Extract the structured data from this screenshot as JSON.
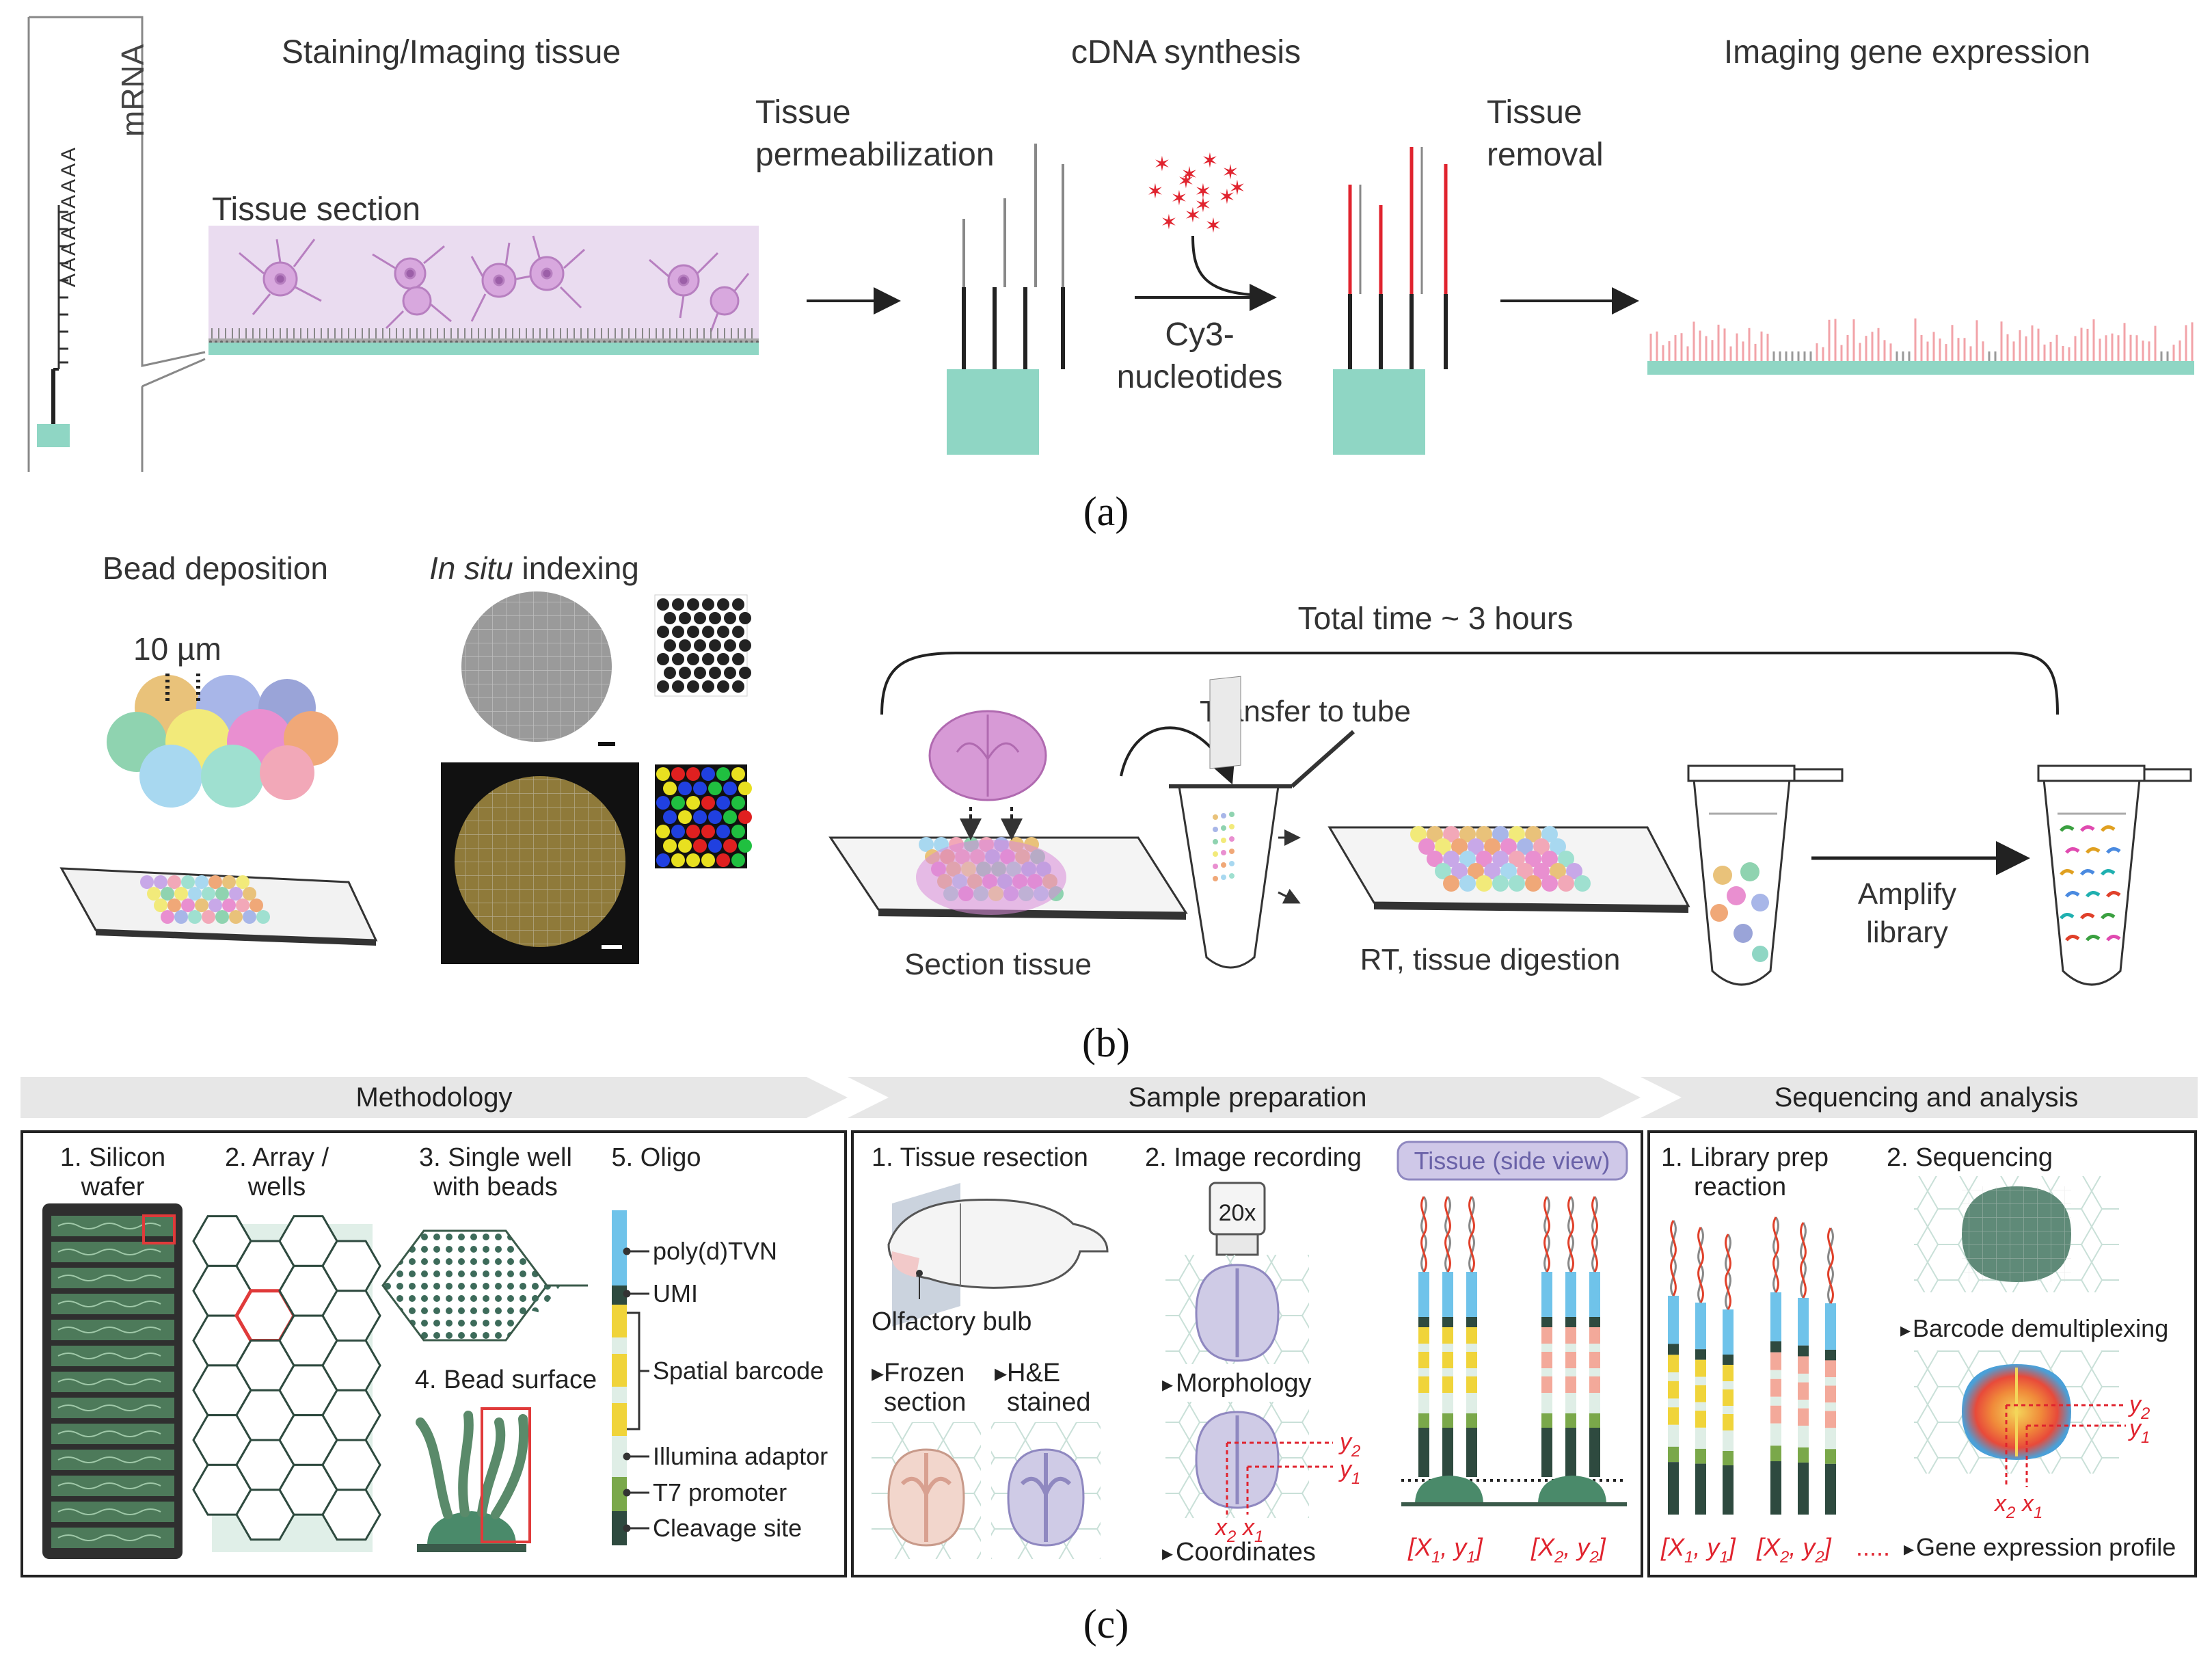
{
  "panel_a": {
    "mrna_label": "mRNA",
    "titles": [
      "Staining/Imaging tissue",
      "cDNA synthesis",
      "Imaging gene expression"
    ],
    "tissue_section": "Tissue section",
    "permeabilization": [
      "Tissue",
      "permeabilization"
    ],
    "cy3": [
      "Cy3-",
      "nucleotides"
    ],
    "removal": [
      "Tissue",
      "removal"
    ],
    "caption": "(a)"
  },
  "panel_b": {
    "bead_deposition": "Bead deposition",
    "in_situ_italic": "In situ",
    "indexing": " indexing",
    "bead_size": "10 µm",
    "total_time": "Total time ~ 3 hours",
    "transfer": "Transfer to tube",
    "section_tissue": "Section tissue",
    "rt_digestion": "RT, tissue digestion",
    "amplify": [
      "Amplify",
      "library"
    ],
    "caption": "(b)"
  },
  "panel_c": {
    "banners": [
      "Methodology",
      "Sample preparation",
      "Sequencing and analysis"
    ],
    "methodology": {
      "silicon": [
        "1. Silicon",
        "wafer"
      ],
      "array": [
        "2. Array /",
        "wells"
      ],
      "single_well": [
        "3. Single well",
        "with beads"
      ],
      "bead_surface": "4. Bead surface",
      "oligo": "5. Oligo",
      "oligo_parts": [
        "poly(d)TVN",
        "UMI",
        "Spatial barcode",
        "Illumina adaptor",
        "T7 promoter",
        "Cleavage site"
      ]
    },
    "sample_prep": {
      "resection": "1. Tissue resection",
      "olfactory": "Olfactory bulb",
      "frozen": [
        "Frozen",
        "section"
      ],
      "he": [
        "H&E",
        "stained"
      ],
      "image_recording": "2. Image recording",
      "objective": "20x",
      "morphology": "Morphology",
      "coordinates": "Coordinates",
      "tissue_side": "Tissue (side view)",
      "coord_labels": [
        "[X",
        "1",
        ", y",
        "1",
        "]",
        "[X",
        "2",
        ", y",
        "2",
        "]"
      ]
    },
    "sequencing": {
      "library_prep": [
        "1. Library prep",
        "reaction"
      ],
      "sequencing": "2. Sequencing",
      "demux": "Barcode demultiplexing",
      "gene_profile": "Gene expression profile",
      "dots": "....."
    },
    "caption": "(c)"
  },
  "colors": {
    "teal": "#8fd6c4",
    "lavender": "#eadcf0",
    "cell": "#c98fcf",
    "red": "#e0232e",
    "oligo_blue": "#6fc3ea",
    "oligo_dark": "#2e4a3f",
    "oligo_yellow": "#f0d43a",
    "oligo_pink": "#f3a99a",
    "oligo_light": "#dfeee6",
    "oligo_green": "#7aa84a",
    "dark_green": "#3a5a4a",
    "banner": "#e7e7e7"
  }
}
